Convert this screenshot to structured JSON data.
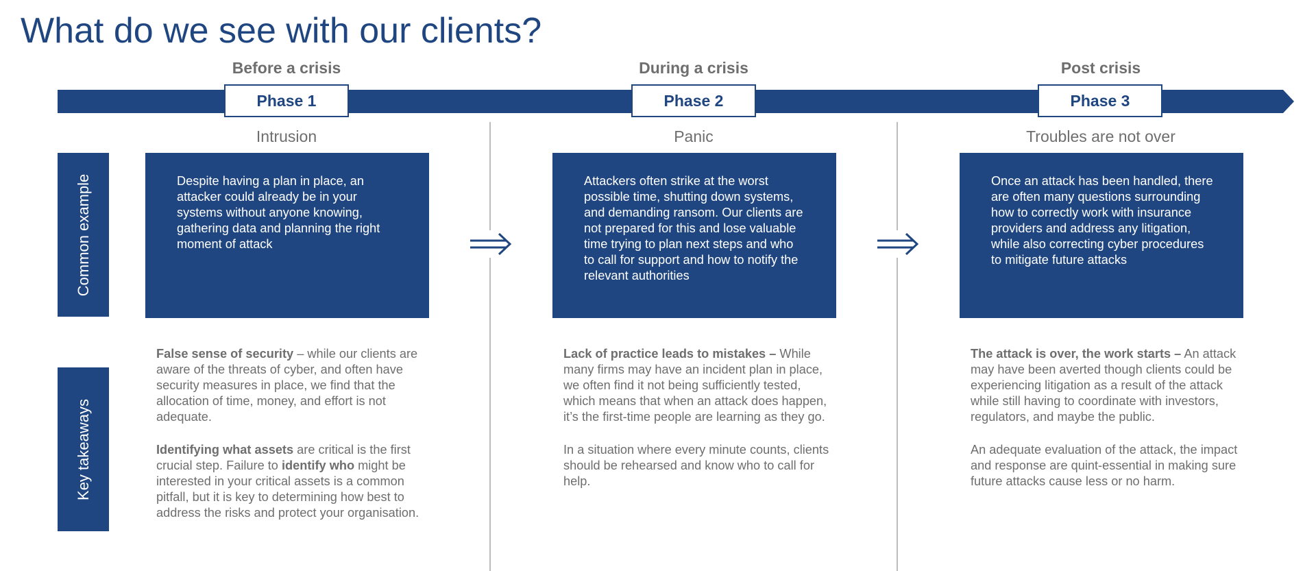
{
  "title": "What do we see with our clients?",
  "colors": {
    "accent": "#1f4680",
    "text": "#6e6e6e",
    "divider": "#bdbdbd"
  },
  "side_labels": {
    "common_example": "Common example",
    "key_takeaways": "Key takeaways"
  },
  "phases": [
    {
      "heading": "Before a crisis",
      "label": "Phase 1",
      "subtitle": "Intrusion",
      "example": "Despite having a plan in place, an attacker could already be in your systems without anyone knowing, gathering data and planning the right moment of attack",
      "takeaways": {
        "p1_bold": "False sense of security",
        "p1_text": " – while our clients are aware of the threats of cyber, and often have security measures in place, we find that the allocation of time, money, and effort is not adequate.",
        "p2_bold_a": "Identifying what assets",
        "p2_text_a": " are critical is the first crucial step. Failure to ",
        "p2_bold_b": "identify who",
        "p2_text_b": " might be interested in your critical assets is a common pitfall, but it is key to determining how best to address the risks and protect your organisation."
      }
    },
    {
      "heading": "During a crisis",
      "label": "Phase 2",
      "subtitle": "Panic",
      "example": "Attackers often strike at the worst possible time, shutting down systems, and demanding ransom. Our clients are not prepared for this and lose valuable time trying to plan next steps and who to call for support and how to notify the relevant authorities",
      "takeaways": {
        "p1_bold": "Lack of practice leads to mistakes –",
        "p1_text": " While many firms may have an incident plan in place, we often find it not being sufficiently tested, which means that when an attack does happen, it’s the first-time people are learning as they go.",
        "p2_text": "In a situation where every minute counts, clients should be rehearsed and know who to call for help."
      }
    },
    {
      "heading": "Post crisis",
      "label": "Phase 3",
      "subtitle": "Troubles are not over",
      "example": "Once an attack has been handled, there are often many questions surrounding how to correctly work with insurance providers and address any litigation, while also correcting cyber procedures to mitigate future attacks",
      "takeaways": {
        "p1_bold": "The attack is over, the work starts –",
        "p1_text": " An attack may have been averted though clients could be experiencing litigation as a result of the attack while still having to coordinate with investors, regulators, and maybe the public.",
        "p2_text": "An adequate evaluation of the attack, the impact and response are quint-essential in making sure future attacks cause less or no harm."
      }
    }
  ]
}
